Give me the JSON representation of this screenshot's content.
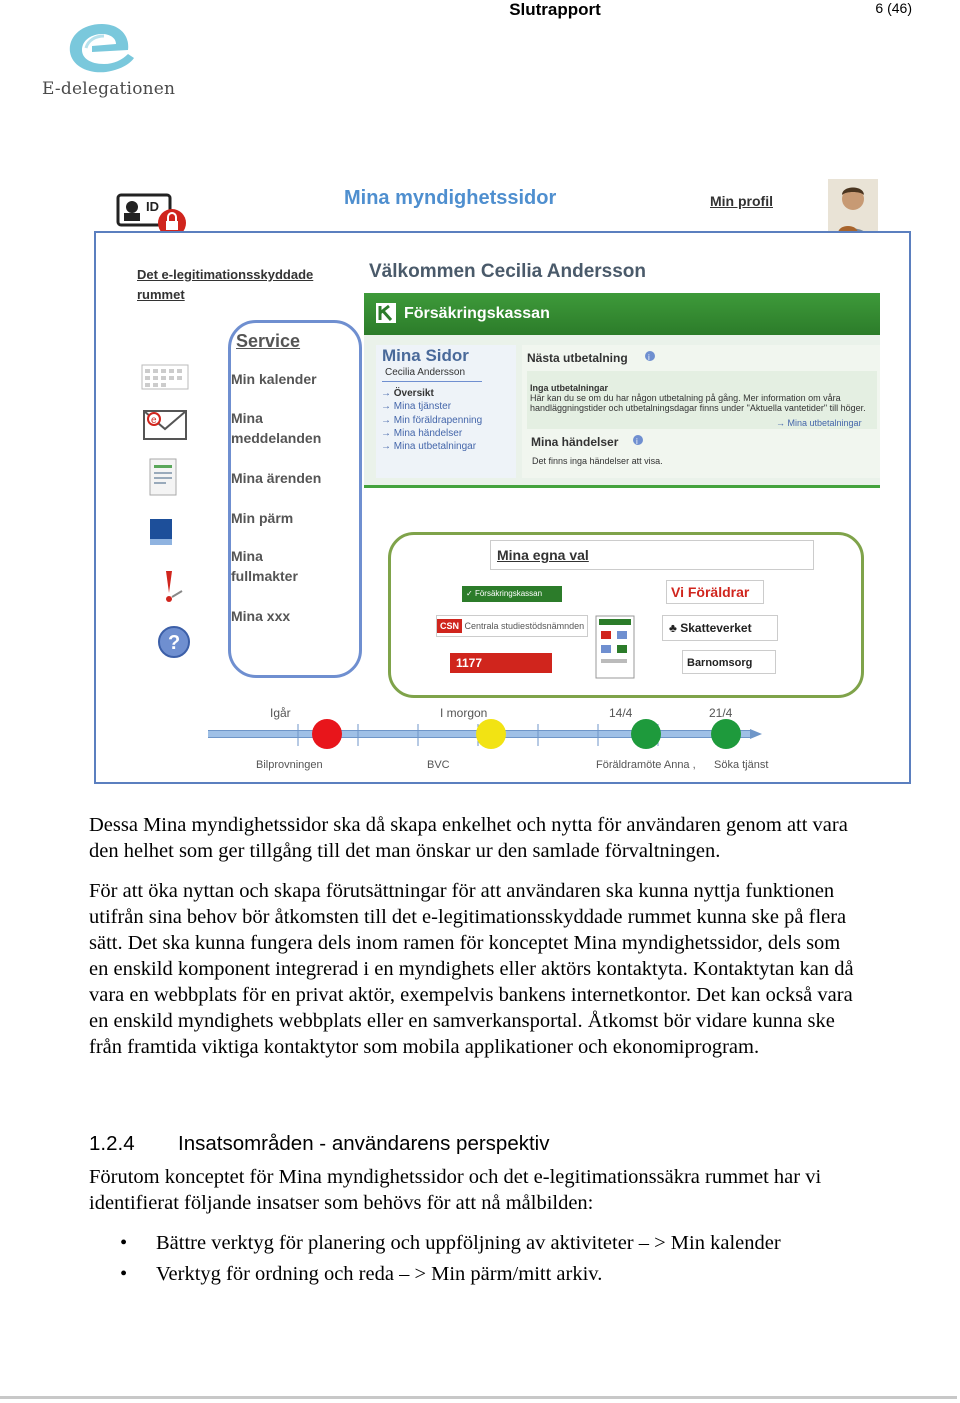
{
  "header": {
    "title": "Slutrapport",
    "page": "6 (46)"
  },
  "logo": {
    "text": "E-delegationen",
    "color": "#7ac8dc"
  },
  "figure": {
    "site_title": "Mina myndighetssidor",
    "profile_link": "Min profil",
    "elegit_room": "Det e-legitimationsskyddade rummet",
    "welcome": "Välkommen Cecilia Andersson",
    "service": {
      "title": "Service",
      "items": [
        "Min kalender",
        "Mina meddelanden",
        "Mina ärenden",
        "Min pärm",
        "Mina fullmakter",
        "Mina xxx"
      ]
    },
    "forsakringskassan": {
      "banner": "Försäkringskassan",
      "mina_sidor": "Mina Sidor",
      "user": "Cecilia Andersson",
      "nav": [
        "Översikt",
        "Mina tjänster",
        "Min föräldrapenning",
        "Mina händelser",
        "Mina utbetalningar"
      ],
      "next_payment_heading": "Nästa utbetalning",
      "no_payments_heading": "Inga utbetalningar",
      "no_payments_text": "Här kan du se om du har någon utbetalning på gång. Mer information om våra handläggningstider och utbetalningsdagar finns under \"Aktuella vantetider\" till höger.",
      "payments_link": "Mina utbetalningar",
      "events_heading": "Mina händelser",
      "events_text": "Det finns inga händelser att visa."
    },
    "egna_val": {
      "title": "Mina egna val",
      "fk_logo": "Försäkringskassan",
      "csn": "CSN",
      "csn_text": "Centrala studiestödsnämnden",
      "vard": "1177",
      "foraldrar": "Vi Föräldrar",
      "skatteverket": "Skatteverket",
      "barnomsorg": "Barnomsorg"
    },
    "timeline": {
      "top_labels": [
        "Igår",
        "I morgon",
        "14/4",
        "21/4"
      ],
      "bottom_labels": [
        "Bilprovningen",
        "BVC",
        "Föräldramöte  Anna ,",
        "Söka tjänst"
      ],
      "colors": [
        "#e8151b",
        "#f2e313",
        "#1e9a3c",
        "#1e9a3c"
      ]
    }
  },
  "body": {
    "p1": "Dessa Mina myndighetssidor ska då skapa enkelhet och nytta för användaren genom att vara den helhet som ger tillgång till det man önskar ur den samlade förvaltningen.",
    "p2": "För att öka nyttan och skapa förutsättningar för att användaren ska kunna nyttja funktionen utifrån sina behov bör åtkomsten till det e-legitimationsskyddade rummet kunna ske på flera sätt. Det ska kunna fungera dels inom ramen för konceptet Mina myndighetssidor, dels som en enskild komponent integrerad i en myndighets eller aktörs kontaktyta.  Kontaktytan kan då vara en webbplats för en privat aktör, exempelvis bankens internetkontor. Det kan också vara en enskild myndighets webbplats eller en samverkansportal. Åtkomst bör vidare kunna ske från framtida viktiga kontaktytor som mobila applikationer och ekonomiprogram.",
    "section_number": "1.2.4",
    "section_title": "Insatsområden - användarens perspektiv",
    "p3": "Förutom konceptet för Mina myndighetssidor och det e-legitimationssäkra rummet har vi identifierat följande insatser som behövs för att nå målbilden:",
    "bullets": [
      "Bättre verktyg för planering och uppföljning av aktiviteter – > Min kalender",
      "Verktyg för ordning och reda – > Min pärm/mitt arkiv."
    ]
  }
}
